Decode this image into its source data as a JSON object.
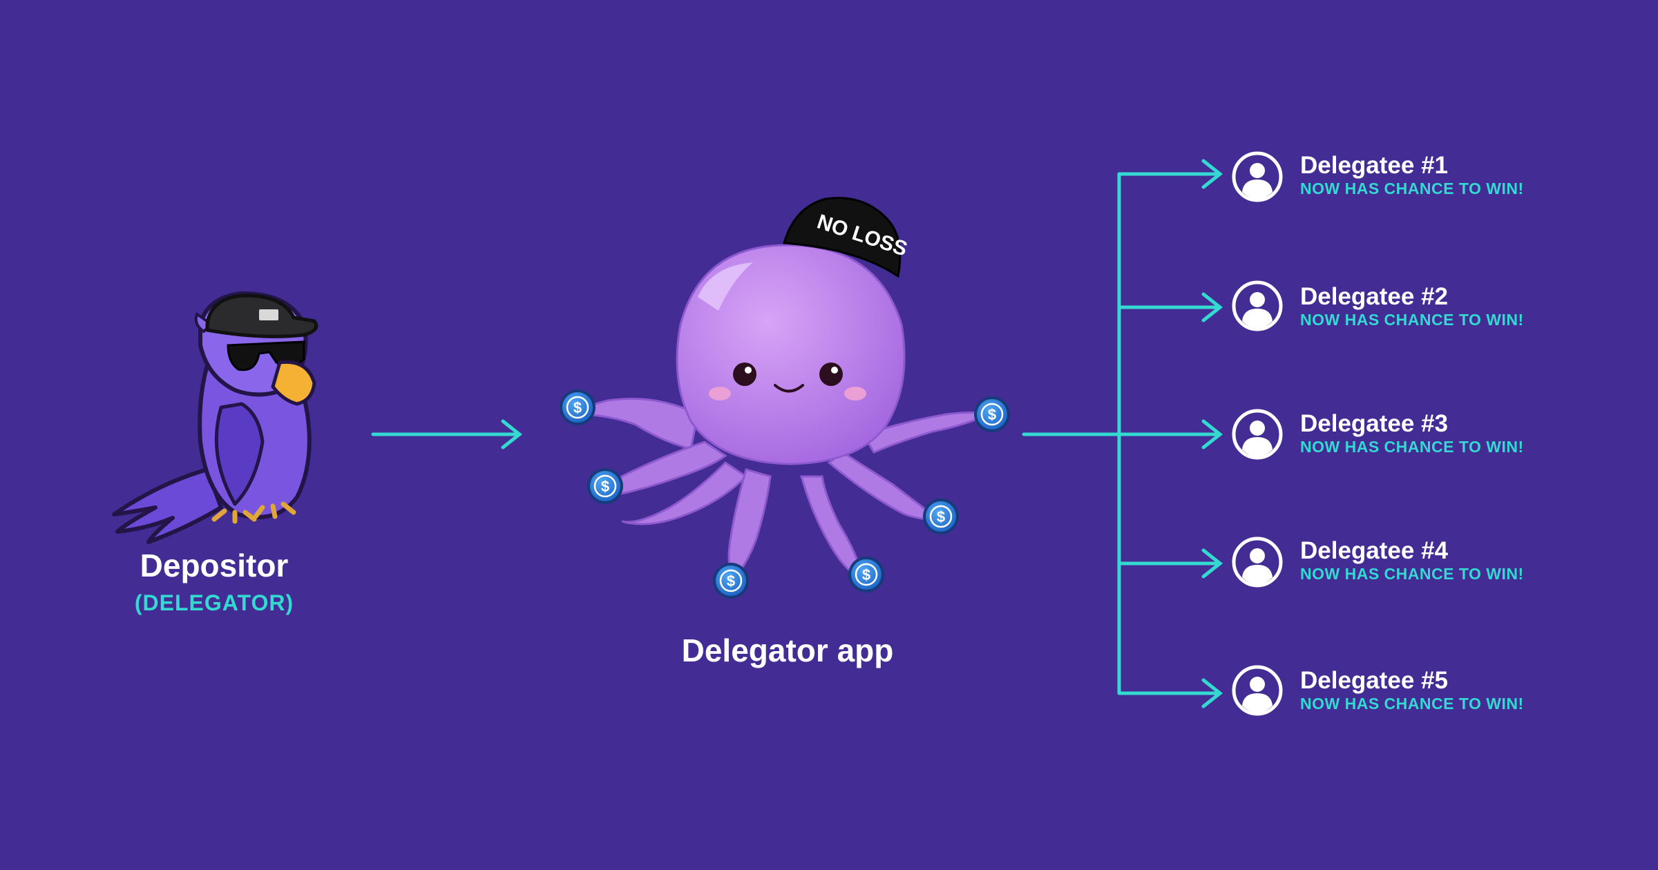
{
  "depositor": {
    "title": "Depositor",
    "subtitle": "(DELEGATOR)"
  },
  "app": {
    "title": "Delegator app",
    "hat_text": "NO LOSS"
  },
  "delegatees": [
    {
      "title": "Delegatee #1",
      "subtitle": "NOW HAS CHANCE TO WIN!"
    },
    {
      "title": "Delegatee #2",
      "subtitle": "NOW HAS CHANCE TO WIN!"
    },
    {
      "title": "Delegatee #3",
      "subtitle": "NOW HAS CHANCE TO WIN!"
    },
    {
      "title": "Delegatee #4",
      "subtitle": "NOW HAS CHANCE TO WIN!"
    },
    {
      "title": "Delegatee #5",
      "subtitle": "NOW HAS CHANCE TO WIN!"
    }
  ],
  "colors": {
    "background": "#432c93",
    "accent": "#34d9d2",
    "octopus": "#b77ce8",
    "bird": "#7a55e0"
  },
  "icons": {
    "depositor": "parrot-mascot-icon",
    "app": "octopus-mascot-icon",
    "delegatee": "user-circle-icon",
    "coin": "usdc-coin-icon"
  }
}
